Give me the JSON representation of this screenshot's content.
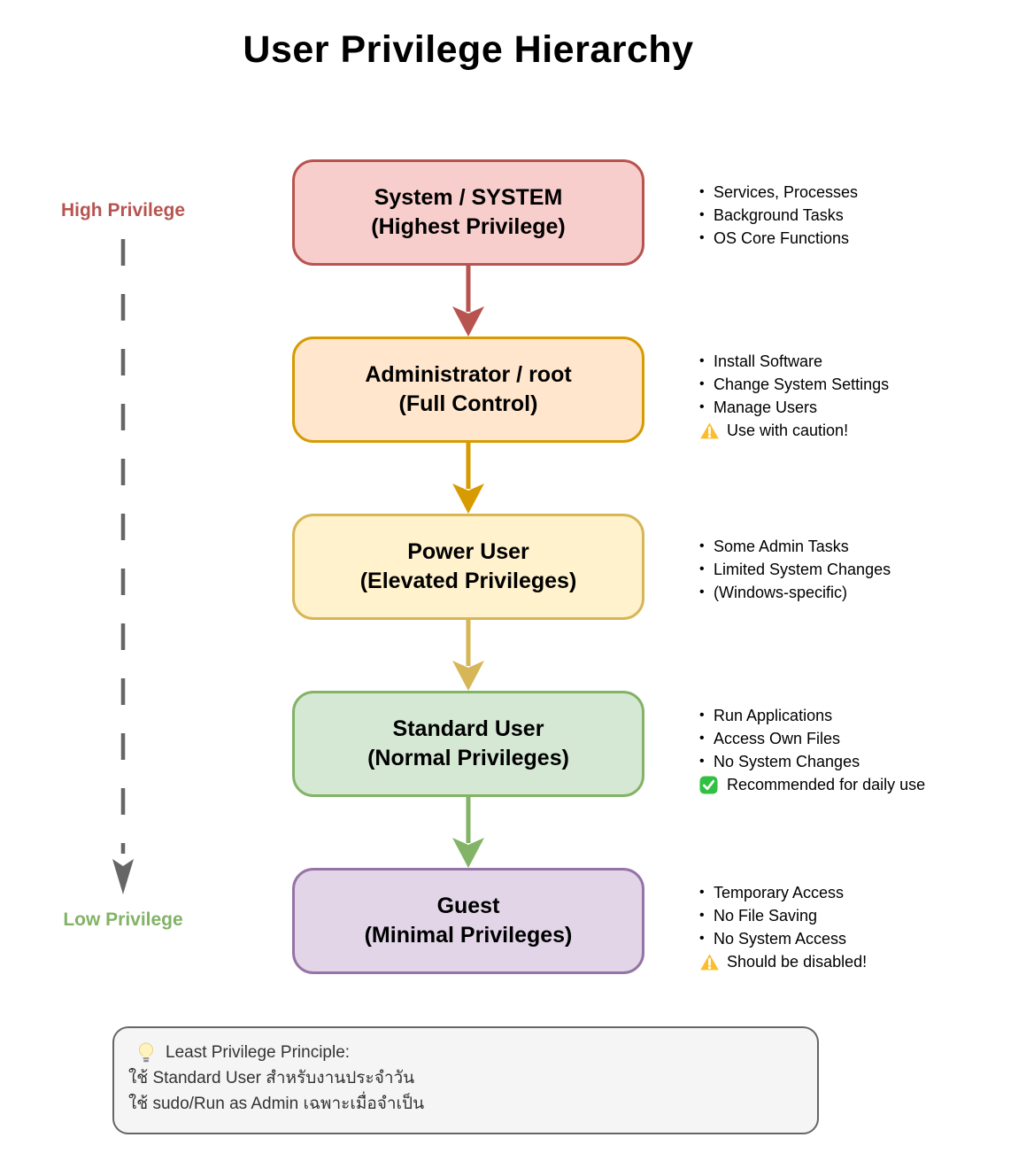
{
  "title": "User Privilege Hierarchy",
  "bullet_char": "•",
  "rail": {
    "high_label": "High Privilege",
    "low_label": "Low Privilege",
    "high_color": "#B85450",
    "low_color": "#82B366",
    "line_color": "#666666"
  },
  "levels": [
    {
      "name": "System / SYSTEM",
      "subtitle": "(Highest Privilege)",
      "fill": "#F8CECC",
      "stroke": "#B85450",
      "bullets": [
        {
          "text": "Services, Processes"
        },
        {
          "text": "Background Tasks"
        },
        {
          "text": "OS Core Functions"
        }
      ]
    },
    {
      "name": "Administrator / root",
      "subtitle": "(Full Control)",
      "fill": "#FFE6CC",
      "stroke": "#D79B00",
      "bullets": [
        {
          "text": "Install Software"
        },
        {
          "text": "Change System Settings"
        },
        {
          "text": "Manage Users"
        },
        {
          "icon": "warning",
          "text": "Use with caution!"
        }
      ]
    },
    {
      "name": "Power User",
      "subtitle": "(Elevated Privileges)",
      "fill": "#FFF2CC",
      "stroke": "#D6B656",
      "bullets": [
        {
          "text": "Some Admin Tasks"
        },
        {
          "text": "Limited System Changes"
        },
        {
          "text": "(Windows-specific)"
        }
      ]
    },
    {
      "name": "Standard User",
      "subtitle": "(Normal Privileges)",
      "fill": "#D5E8D4",
      "stroke": "#82B366",
      "bullets": [
        {
          "text": "Run Applications"
        },
        {
          "text": "Access Own Files"
        },
        {
          "text": "No System Changes"
        },
        {
          "icon": "check",
          "text": "Recommended for daily use"
        }
      ]
    },
    {
      "name": "Guest",
      "subtitle": "(Minimal Privileges)",
      "fill": "#E1D5E7",
      "stroke": "#9673A6",
      "bullets": [
        {
          "text": "Temporary Access"
        },
        {
          "text": "No File Saving"
        },
        {
          "text": "No System Access"
        },
        {
          "icon": "warning",
          "text": "Should be disabled!"
        }
      ]
    }
  ],
  "arrows": [
    {
      "color": "#B85450"
    },
    {
      "color": "#D79B00"
    },
    {
      "color": "#D6B656"
    },
    {
      "color": "#82B366"
    }
  ],
  "note": {
    "title": "Least Privilege Principle:",
    "line2": "ใช้ Standard User สำหรับงานประจำวัน",
    "line3": "ใช้ sudo/Run as Admin เฉพาะเมื่อจำเป็น"
  }
}
